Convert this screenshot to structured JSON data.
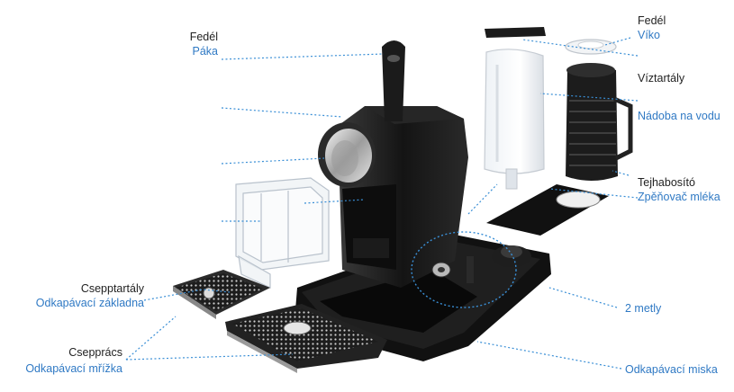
{
  "diagram": {
    "colors": {
      "label_primary": "#222222",
      "label_secondary": "#2f79c4",
      "leader": "#3a8fd6",
      "machine": "#1a1a1a"
    },
    "labels": {
      "lever": {
        "hu": "Fedél",
        "cz": "Páka"
      },
      "lid": {
        "hu": "Fedél",
        "cz": "Víko"
      },
      "water_tank": {
        "hu": "Víztartály",
        "cz": "Nádoba na vodu"
      },
      "milk_frother": {
        "hu": "Tejhabosító",
        "cz": "Zpěňovač mléka"
      },
      "drip_tray": {
        "hu": "Csepptartály",
        "cz": "Odkapávací základna"
      },
      "whisks": {
        "cz": "2 metly"
      },
      "drip_grid": {
        "hu": "Csepprács",
        "cz": "Odkapávací mřížka"
      },
      "drip_base": {
        "cz": "Odkapávací miska"
      }
    }
  }
}
